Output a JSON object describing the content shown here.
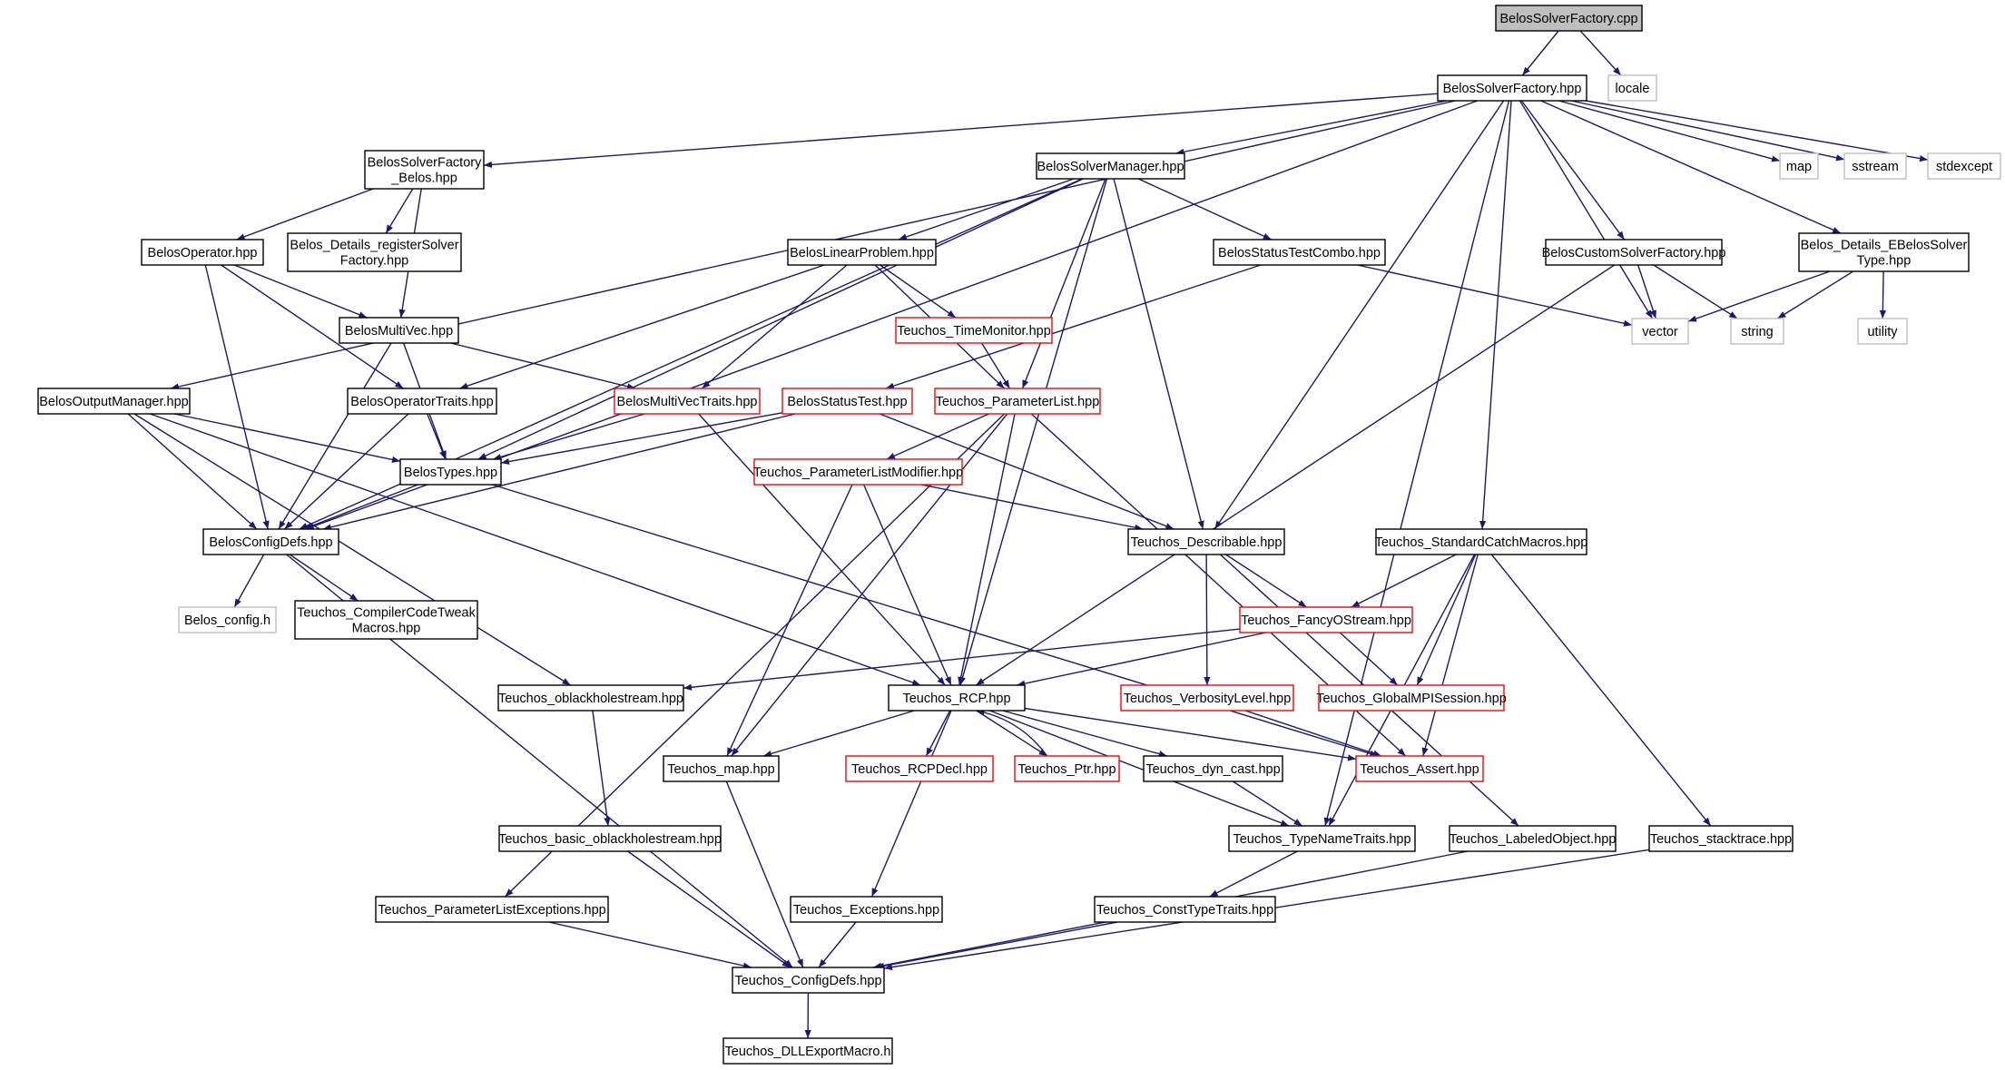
{
  "colors": {
    "edge": "#191970",
    "border_normal": "#000000",
    "border_truncated": "#ff0000",
    "border_external": "#bfbfbf",
    "fill_root": "#bfbfbf",
    "fill_default": "#ffffff"
  },
  "nodes": [
    {
      "id": "root",
      "lines": [
        "BelosSolverFactory.cpp"
      ],
      "kind": "root"
    },
    {
      "id": "bsf_hpp",
      "lines": [
        "BelosSolverFactory.hpp"
      ],
      "kind": "normal"
    },
    {
      "id": "locale",
      "lines": [
        "locale"
      ],
      "kind": "external"
    },
    {
      "id": "bsf_belos",
      "lines": [
        "BelosSolverFactory",
        "_Belos.hpp"
      ],
      "kind": "normal"
    },
    {
      "id": "bsm",
      "lines": [
        "BelosSolverManager.hpp"
      ],
      "kind": "normal"
    },
    {
      "id": "map",
      "lines": [
        "map"
      ],
      "kind": "external"
    },
    {
      "id": "sstream",
      "lines": [
        "sstream"
      ],
      "kind": "external"
    },
    {
      "id": "stdexcept",
      "lines": [
        "stdexcept"
      ],
      "kind": "external"
    },
    {
      "id": "belosop",
      "lines": [
        "BelosOperator.hpp"
      ],
      "kind": "normal"
    },
    {
      "id": "regsolver",
      "lines": [
        "Belos_Details_registerSolver",
        "Factory.hpp"
      ],
      "kind": "normal"
    },
    {
      "id": "linprob",
      "lines": [
        "BelosLinearProblem.hpp"
      ],
      "kind": "normal"
    },
    {
      "id": "stcombo",
      "lines": [
        "BelosStatusTestCombo.hpp"
      ],
      "kind": "normal"
    },
    {
      "id": "customsf",
      "lines": [
        "BelosCustomSolverFactory.hpp"
      ],
      "kind": "normal"
    },
    {
      "id": "esolvertype",
      "lines": [
        "Belos_Details_EBelosSolver",
        "Type.hpp"
      ],
      "kind": "normal"
    },
    {
      "id": "multivec",
      "lines": [
        "BelosMultiVec.hpp"
      ],
      "kind": "normal"
    },
    {
      "id": "timemon",
      "lines": [
        "Teuchos_TimeMonitor.hpp"
      ],
      "kind": "truncated"
    },
    {
      "id": "vector",
      "lines": [
        "vector"
      ],
      "kind": "external"
    },
    {
      "id": "string",
      "lines": [
        "string"
      ],
      "kind": "external"
    },
    {
      "id": "utility",
      "lines": [
        "utility"
      ],
      "kind": "external"
    },
    {
      "id": "outmgr",
      "lines": [
        "BelosOutputManager.hpp"
      ],
      "kind": "normal"
    },
    {
      "id": "optraits",
      "lines": [
        "BelosOperatorTraits.hpp"
      ],
      "kind": "normal"
    },
    {
      "id": "mvtraits",
      "lines": [
        "BelosMultiVecTraits.hpp"
      ],
      "kind": "truncated"
    },
    {
      "id": "statustest",
      "lines": [
        "BelosStatusTest.hpp"
      ],
      "kind": "truncated"
    },
    {
      "id": "paramlist",
      "lines": [
        "Teuchos_ParameterList.hpp"
      ],
      "kind": "truncated"
    },
    {
      "id": "belostypes",
      "lines": [
        "BelosTypes.hpp"
      ],
      "kind": "normal"
    },
    {
      "id": "plmodifier",
      "lines": [
        "Teuchos_ParameterListModifier.hpp"
      ],
      "kind": "truncated"
    },
    {
      "id": "configdefs",
      "lines": [
        "BelosConfigDefs.hpp"
      ],
      "kind": "normal"
    },
    {
      "id": "describable",
      "lines": [
        "Teuchos_Describable.hpp"
      ],
      "kind": "normal"
    },
    {
      "id": "stdcatch",
      "lines": [
        "Teuchos_StandardCatchMacros.hpp"
      ],
      "kind": "normal"
    },
    {
      "id": "belosconfig",
      "lines": [
        "Belos_config.h"
      ],
      "kind": "external"
    },
    {
      "id": "compilertweak",
      "lines": [
        "Teuchos_CompilerCodeTweak",
        "Macros.hpp"
      ],
      "kind": "normal"
    },
    {
      "id": "fancyostream",
      "lines": [
        "Teuchos_FancyOStream.hpp"
      ],
      "kind": "truncated"
    },
    {
      "id": "oblackhole",
      "lines": [
        "Teuchos_oblackholestream.hpp"
      ],
      "kind": "normal"
    },
    {
      "id": "rcp",
      "lines": [
        "Teuchos_RCP.hpp"
      ],
      "kind": "normal"
    },
    {
      "id": "verbosity",
      "lines": [
        "Teuchos_VerbosityLevel.hpp"
      ],
      "kind": "truncated"
    },
    {
      "id": "globalmpi",
      "lines": [
        "Teuchos_GlobalMPISession.hpp"
      ],
      "kind": "truncated"
    },
    {
      "id": "tmap",
      "lines": [
        "Teuchos_map.hpp"
      ],
      "kind": "normal"
    },
    {
      "id": "rcpdecl",
      "lines": [
        "Teuchos_RCPDecl.hpp"
      ],
      "kind": "truncated"
    },
    {
      "id": "ptr",
      "lines": [
        "Teuchos_Ptr.hpp"
      ],
      "kind": "truncated"
    },
    {
      "id": "dyncast",
      "lines": [
        "Teuchos_dyn_cast.hpp"
      ],
      "kind": "normal"
    },
    {
      "id": "assert",
      "lines": [
        "Teuchos_Assert.hpp"
      ],
      "kind": "truncated"
    },
    {
      "id": "basicoblack",
      "lines": [
        "Teuchos_basic_oblackholestream.hpp"
      ],
      "kind": "normal"
    },
    {
      "id": "typename",
      "lines": [
        "Teuchos_TypeNameTraits.hpp"
      ],
      "kind": "normal"
    },
    {
      "id": "labeled",
      "lines": [
        "Teuchos_LabeledObject.hpp"
      ],
      "kind": "normal"
    },
    {
      "id": "stacktrace",
      "lines": [
        "Teuchos_stacktrace.hpp"
      ],
      "kind": "normal"
    },
    {
      "id": "plexceptions",
      "lines": [
        "Teuchos_ParameterListExceptions.hpp"
      ],
      "kind": "normal"
    },
    {
      "id": "exceptions",
      "lines": [
        "Teuchos_Exceptions.hpp"
      ],
      "kind": "normal"
    },
    {
      "id": "consttype",
      "lines": [
        "Teuchos_ConstTypeTraits.hpp"
      ],
      "kind": "normal"
    },
    {
      "id": "tconfigdefs",
      "lines": [
        "Teuchos_ConfigDefs.hpp"
      ],
      "kind": "normal"
    },
    {
      "id": "dllexport",
      "lines": [
        "Teuchos_DLLExportMacro.h"
      ],
      "kind": "normal"
    }
  ],
  "edges": [
    [
      "root",
      "bsf_hpp"
    ],
    [
      "root",
      "locale"
    ],
    [
      "bsf_hpp",
      "bsf_belos"
    ],
    [
      "bsf_hpp",
      "bsm"
    ],
    [
      "bsf_hpp",
      "map"
    ],
    [
      "bsf_hpp",
      "sstream"
    ],
    [
      "bsf_hpp",
      "stdexcept"
    ],
    [
      "bsf_hpp",
      "customsf"
    ],
    [
      "bsf_hpp",
      "esolvertype"
    ],
    [
      "bsf_hpp",
      "vector"
    ],
    [
      "bsf_hpp",
      "describable"
    ],
    [
      "bsf_hpp",
      "stdcatch"
    ],
    [
      "bsf_hpp",
      "typename"
    ],
    [
      "bsf_hpp",
      "outmgr"
    ],
    [
      "bsf_hpp",
      "configdefs"
    ],
    [
      "bsf_belos",
      "belosop"
    ],
    [
      "bsf_belos",
      "regsolver"
    ],
    [
      "bsf_belos",
      "multivec"
    ],
    [
      "belosop",
      "multivec"
    ],
    [
      "belosop",
      "optraits"
    ],
    [
      "belosop",
      "configdefs"
    ],
    [
      "bsm",
      "linprob"
    ],
    [
      "bsm",
      "stcombo"
    ],
    [
      "bsm",
      "paramlist"
    ],
    [
      "bsm",
      "describable"
    ],
    [
      "bsm",
      "rcp"
    ],
    [
      "bsm",
      "belostypes"
    ],
    [
      "bsm",
      "configdefs"
    ],
    [
      "linprob",
      "timemon"
    ],
    [
      "linprob",
      "mvtraits"
    ],
    [
      "linprob",
      "optraits"
    ],
    [
      "linprob",
      "paramlist"
    ],
    [
      "stcombo",
      "statustest"
    ],
    [
      "stcombo",
      "vector"
    ],
    [
      "customsf",
      "vector"
    ],
    [
      "customsf",
      "string"
    ],
    [
      "customsf",
      "rcp"
    ],
    [
      "esolvertype",
      "vector"
    ],
    [
      "esolvertype",
      "string"
    ],
    [
      "esolvertype",
      "utility"
    ],
    [
      "multivec",
      "mvtraits"
    ],
    [
      "multivec",
      "belostypes"
    ],
    [
      "multivec",
      "configdefs"
    ],
    [
      "timemon",
      "paramlist"
    ],
    [
      "outmgr",
      "belostypes"
    ],
    [
      "outmgr",
      "configdefs"
    ],
    [
      "outmgr",
      "oblackhole"
    ],
    [
      "outmgr",
      "rcp"
    ],
    [
      "optraits",
      "belostypes"
    ],
    [
      "optraits",
      "configdefs"
    ],
    [
      "mvtraits",
      "belostypes"
    ],
    [
      "mvtraits",
      "rcp"
    ],
    [
      "statustest",
      "belostypes"
    ],
    [
      "statustest",
      "configdefs"
    ],
    [
      "statustest",
      "describable"
    ],
    [
      "paramlist",
      "plmodifier"
    ],
    [
      "paramlist",
      "rcp"
    ],
    [
      "paramlist",
      "assert"
    ],
    [
      "paramlist",
      "tmap"
    ],
    [
      "paramlist",
      "plexceptions"
    ],
    [
      "belostypes",
      "configdefs"
    ],
    [
      "belostypes",
      "assert"
    ],
    [
      "plmodifier",
      "describable"
    ],
    [
      "plmodifier",
      "rcp"
    ],
    [
      "plmodifier",
      "tmap"
    ],
    [
      "configdefs",
      "belosconfig"
    ],
    [
      "configdefs",
      "compilertweak"
    ],
    [
      "configdefs",
      "tconfigdefs"
    ],
    [
      "describable",
      "fancyostream"
    ],
    [
      "describable",
      "verbosity"
    ],
    [
      "describable",
      "labeled"
    ],
    [
      "stdcatch",
      "fancyostream"
    ],
    [
      "stdcatch",
      "globalmpi"
    ],
    [
      "stdcatch",
      "assert"
    ],
    [
      "stdcatch",
      "typename"
    ],
    [
      "stdcatch",
      "stacktrace"
    ],
    [
      "fancyostream",
      "globalmpi"
    ],
    [
      "fancyostream",
      "rcp"
    ],
    [
      "fancyostream",
      "oblackhole"
    ],
    [
      "oblackhole",
      "basicoblack"
    ],
    [
      "rcp",
      "tmap"
    ],
    [
      "rcp",
      "rcpdecl"
    ],
    [
      "rcp",
      "ptr"
    ],
    [
      "rcp",
      "dyncast"
    ],
    [
      "rcp",
      "assert"
    ],
    [
      "rcp",
      "typename"
    ],
    [
      "rcp",
      "exceptions"
    ],
    [
      "ptr",
      "rcp"
    ],
    [
      "verbosity",
      "assert"
    ],
    [
      "dyncast",
      "typename"
    ],
    [
      "tmap",
      "tconfigdefs"
    ],
    [
      "basicoblack",
      "tconfigdefs"
    ],
    [
      "typename",
      "consttype"
    ],
    [
      "labeled",
      "tconfigdefs"
    ],
    [
      "stacktrace",
      "tconfigdefs"
    ],
    [
      "plexceptions",
      "tconfigdefs"
    ],
    [
      "exceptions",
      "tconfigdefs"
    ],
    [
      "consttype",
      "tconfigdefs"
    ],
    [
      "tconfigdefs",
      "dllexport"
    ]
  ]
}
